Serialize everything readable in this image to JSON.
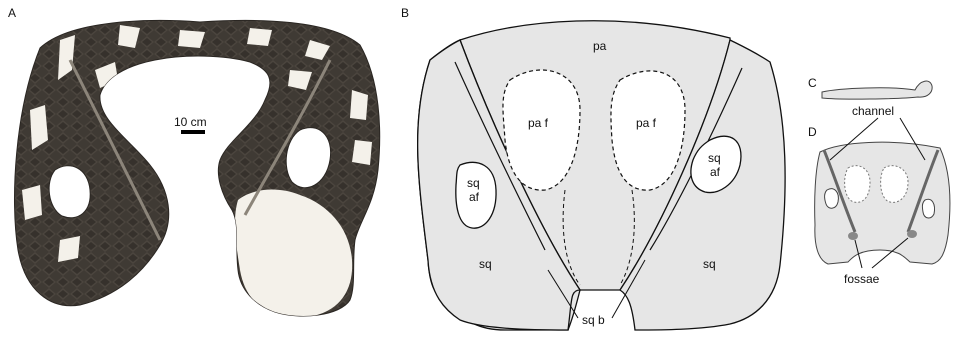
{
  "panels": {
    "a": {
      "letter": "A",
      "scale_bar": "10 cm"
    },
    "b": {
      "letter": "B",
      "labels": {
        "pa": "pa",
        "pa_f": "pa f",
        "sq": "sq",
        "af": "af",
        "sq_b": "sq b"
      }
    },
    "c": {
      "letter": "C"
    },
    "d": {
      "letter": "D",
      "channel": "channel",
      "fossae": "fossae"
    }
  }
}
